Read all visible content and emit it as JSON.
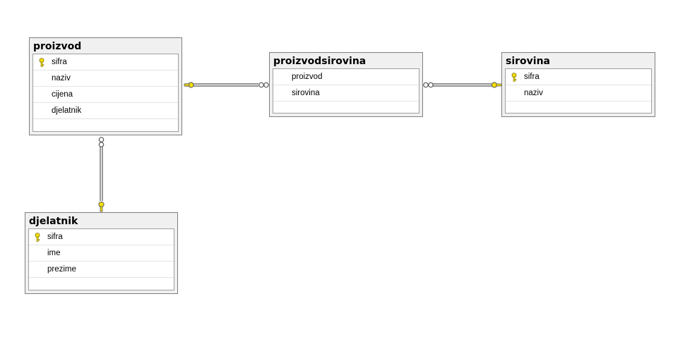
{
  "tables": {
    "proizvod": {
      "title": "proizvod",
      "columns": [
        "sifra",
        "naziv",
        "cijena",
        "djelatnik"
      ]
    },
    "proizvodsirovina": {
      "title": "proizvodsirovina",
      "columns": [
        "proizvod",
        "sirovina"
      ]
    },
    "sirovina": {
      "title": "sirovina",
      "columns": [
        "sifra",
        "naziv"
      ]
    },
    "djelatnik": {
      "title": "djelatnik",
      "columns": [
        "sifra",
        "ime",
        "prezime"
      ]
    }
  },
  "primary_keys": {
    "proizvod": "sifra",
    "sirovina": "sifra",
    "djelatnik": "sifra"
  },
  "relationships": [
    {
      "from": "proizvodsirovina.proizvod",
      "to": "proizvod.sifra",
      "many_end": "proizvodsirovina",
      "key_end": "proizvod"
    },
    {
      "from": "proizvodsirovina.sirovina",
      "to": "sirovina.sifra",
      "many_end": "proizvodsirovina",
      "key_end": "sirovina"
    },
    {
      "from": "proizvod.djelatnik",
      "to": "djelatnik.sifra",
      "many_end": "proizvod",
      "key_end": "djelatnik"
    }
  ],
  "colors": {
    "key_icon": "#f5e00c",
    "line": "#555555"
  },
  "icons": {
    "primary_key": "key-icon",
    "many_end": "infinity-icon",
    "one_end": "key-icon"
  }
}
